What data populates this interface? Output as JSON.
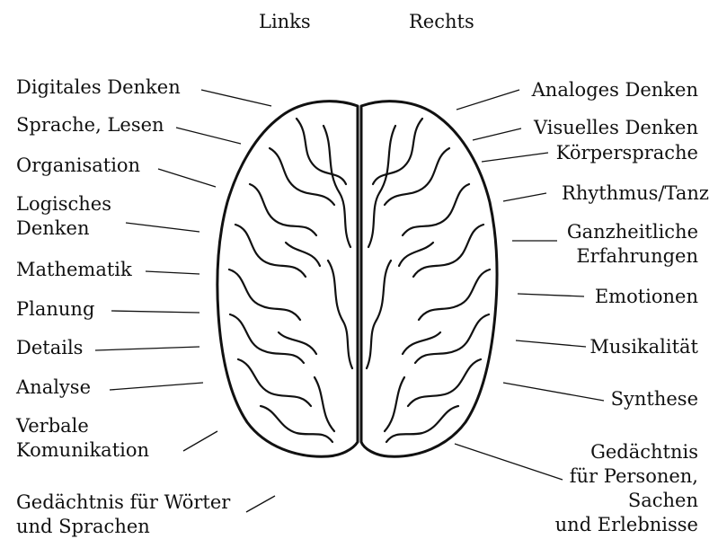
{
  "headers": {
    "left": "Links",
    "right": "Rechts"
  },
  "left_labels": [
    {
      "line1": "Digitales Denken",
      "line2": ""
    },
    {
      "line1": "Sprache, Lesen",
      "line2": ""
    },
    {
      "line1": "Organisation",
      "line2": ""
    },
    {
      "line1": "Logisches",
      "line2": "Denken"
    },
    {
      "line1": "Mathematik",
      "line2": ""
    },
    {
      "line1": "Planung",
      "line2": ""
    },
    {
      "line1": "Details",
      "line2": ""
    },
    {
      "line1": "Analyse",
      "line2": ""
    },
    {
      "line1": "Verbale",
      "line2": "Komunikation"
    },
    {
      "line1": "Gedächtnis für Wörter",
      "line2": "und Sprachen"
    }
  ],
  "right_labels": [
    {
      "line1": "Analoges Denken",
      "line2": "",
      "line3": ""
    },
    {
      "line1": "Visuelles Denken",
      "line2": "",
      "line3": ""
    },
    {
      "line1": "Körpersprache",
      "line2": "",
      "line3": ""
    },
    {
      "line1": "Rhythmus/Tanz",
      "line2": "",
      "line3": ""
    },
    {
      "line1": "Ganzheitliche",
      "line2": "Erfahrungen",
      "line3": ""
    },
    {
      "line1": "Emotionen",
      "line2": "",
      "line3": ""
    },
    {
      "line1": "Musikalität",
      "line2": "",
      "line3": ""
    },
    {
      "line1": "Synthese",
      "line2": "",
      "line3": ""
    },
    {
      "line1": "Gedächtnis",
      "line2": "für Personen,",
      "line3": "Sachen"
    },
    {
      "line1": "und Erlebnisse",
      "line2": "",
      "line3": ""
    }
  ],
  "colors": {
    "ink": "#111111",
    "paper": "#ffffff"
  }
}
